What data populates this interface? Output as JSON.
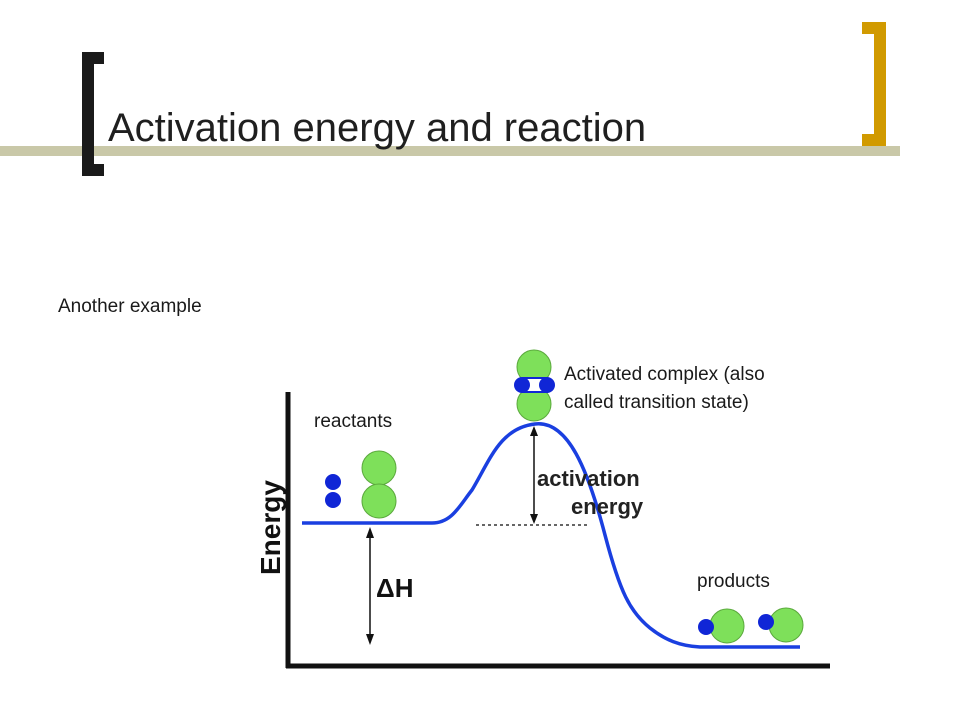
{
  "slide": {
    "title": "Activation energy and reaction",
    "subtitle": "Another example"
  },
  "diagram": {
    "y_axis_label": "Energy",
    "labels": {
      "reactants": "reactants",
      "products": "products",
      "complex_line1": "Activated complex (also",
      "complex_line2": "called transition state)",
      "activation_line1": "activation",
      "activation_line2": "energy",
      "enthalpy": "ΔH"
    }
  },
  "colors": {
    "curve": "#1a3fe0",
    "molecule_large": "#7ee05a",
    "molecule_small": "#1026d6",
    "right_bracket": "#d19a00",
    "title_bar": "#c9c8a8"
  }
}
